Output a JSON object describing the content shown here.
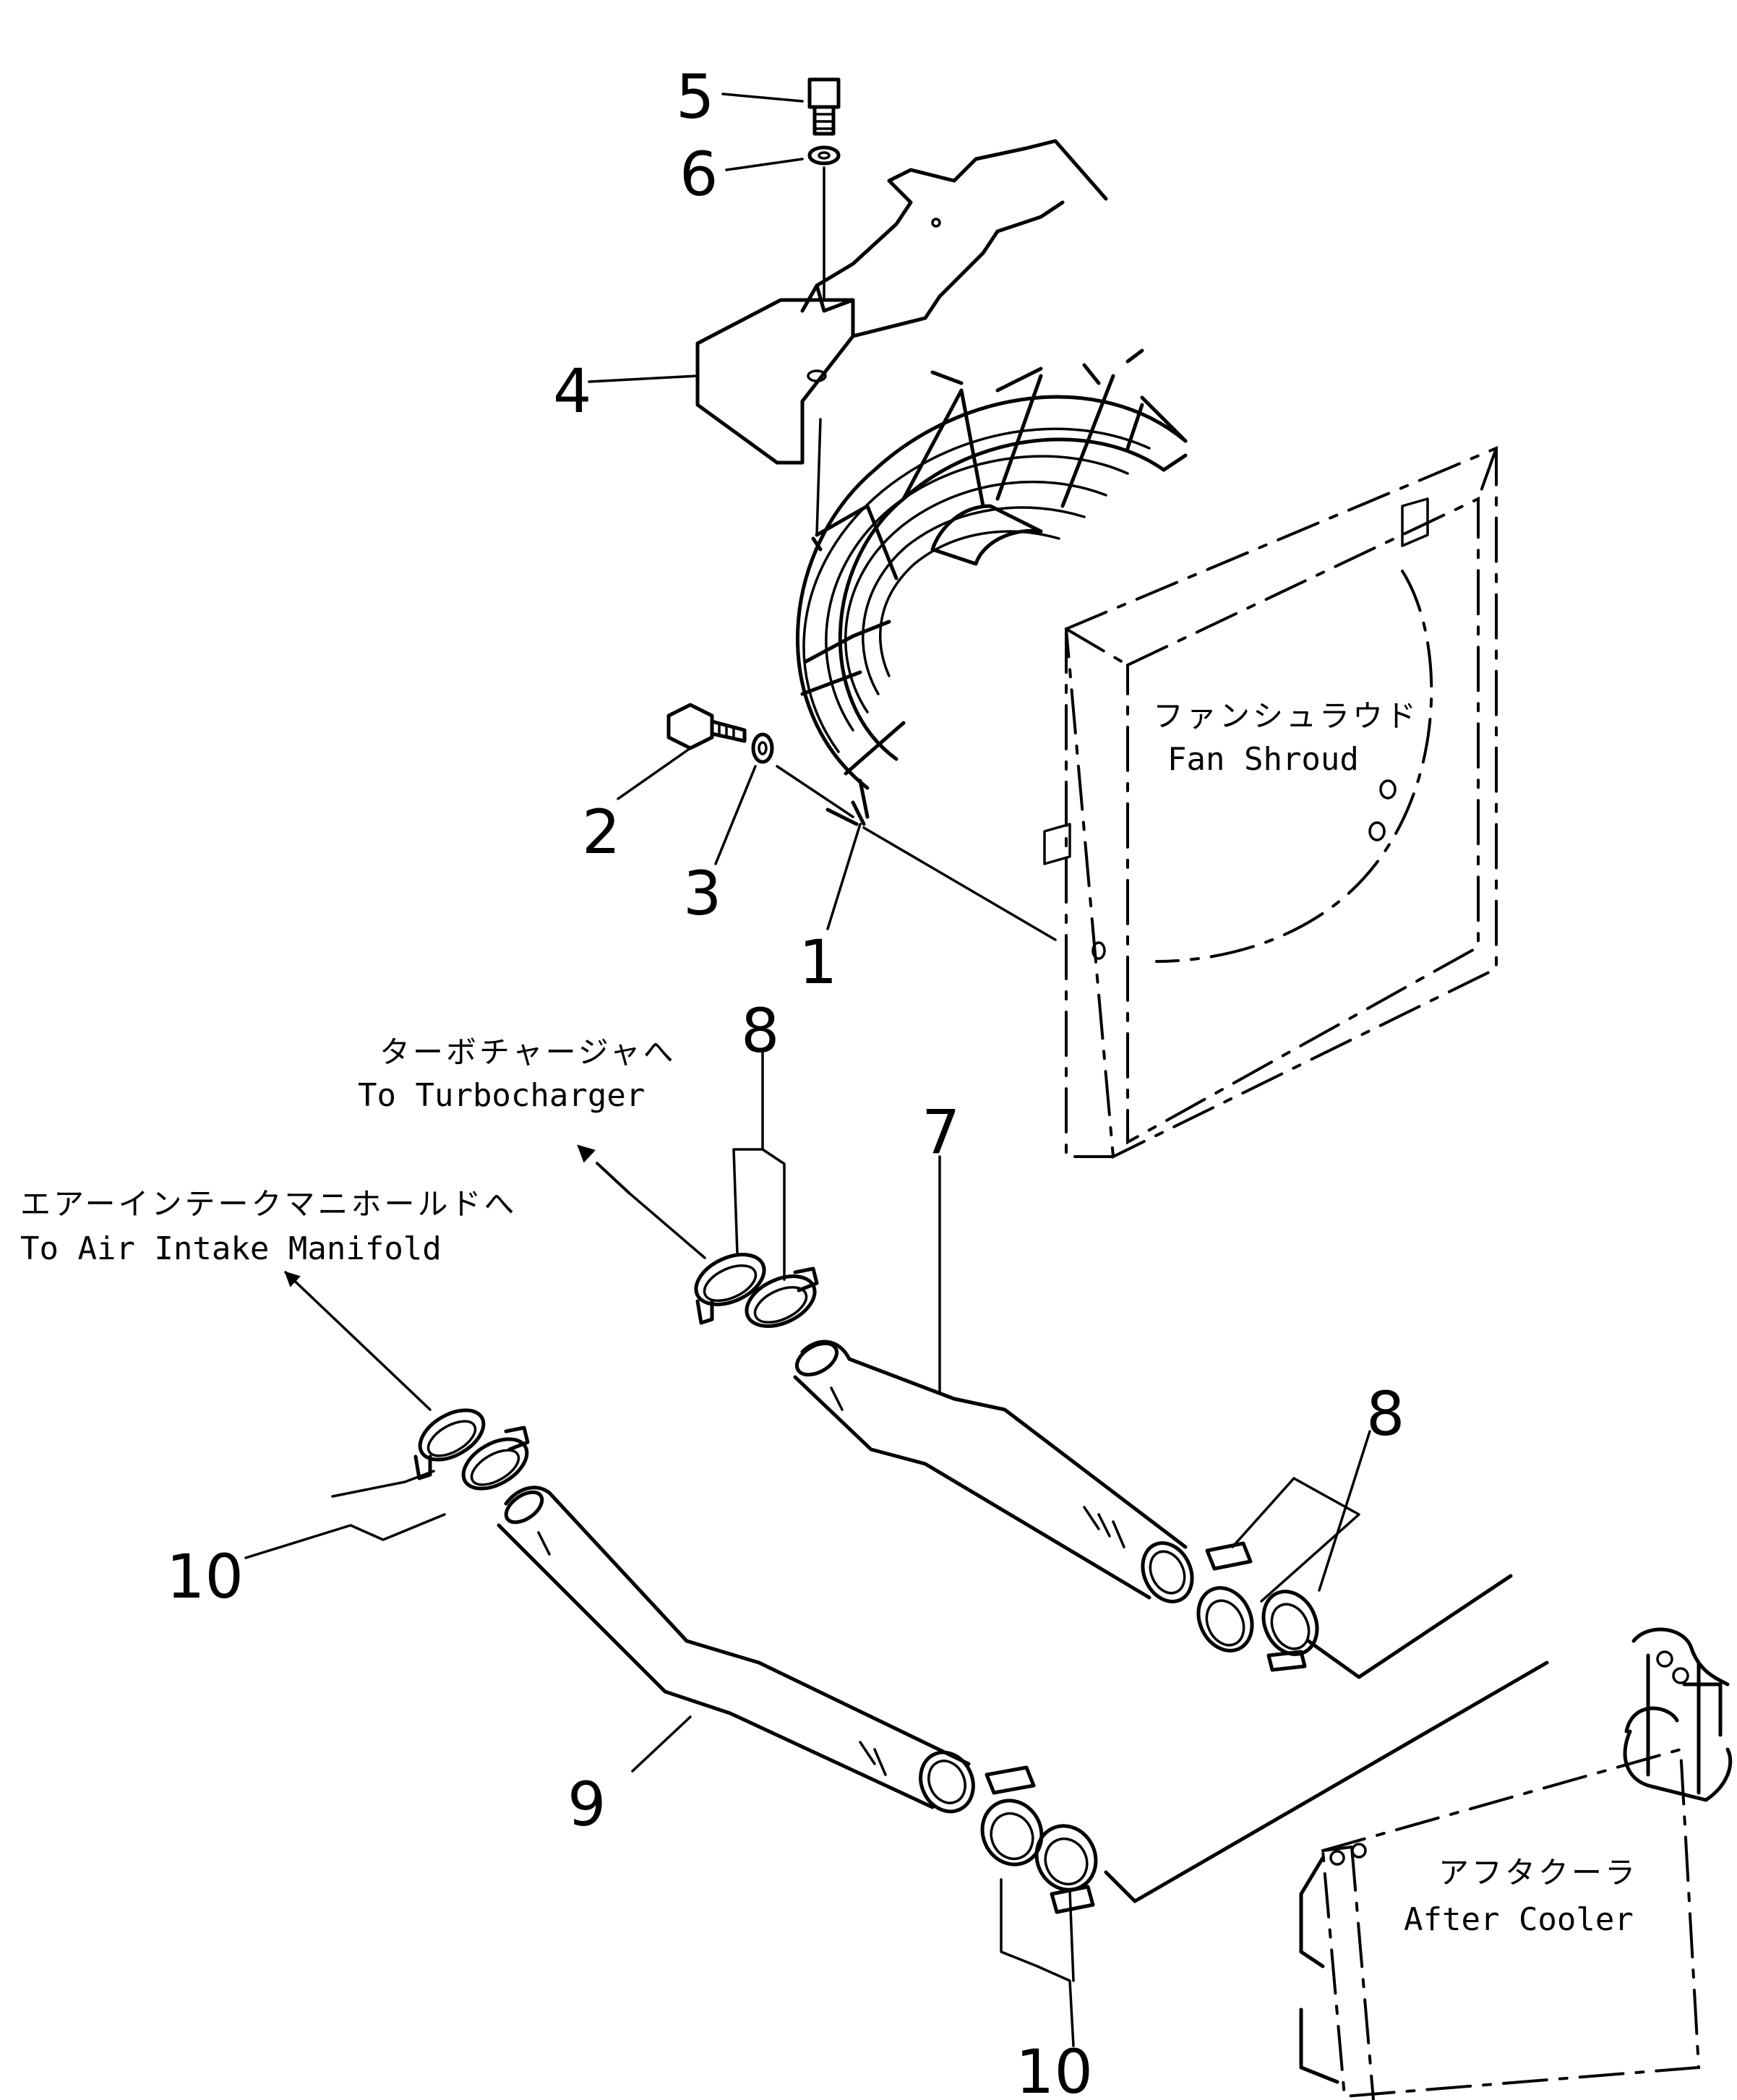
{
  "parts": {
    "p1": "1",
    "p2": "2",
    "p3": "3",
    "p4": "4",
    "p5": "5",
    "p6": "6",
    "p7": "7",
    "p8a": "8",
    "p8b": "8",
    "p9": "9",
    "p10a": "10",
    "p10b": "10"
  },
  "labels": {
    "fan_shroud_jp": "ファンシュラウド",
    "fan_shroud_en": "Fan Shroud",
    "turbo_jp": "ターボチャージャへ",
    "turbo_en": "To Turbocharger",
    "intake_jp": "エアーインテークマニホールドへ",
    "intake_en": "To Air Intake Manifold",
    "aftercooler_jp": "アフタクーラ",
    "aftercooler_en": "After Cooler"
  }
}
